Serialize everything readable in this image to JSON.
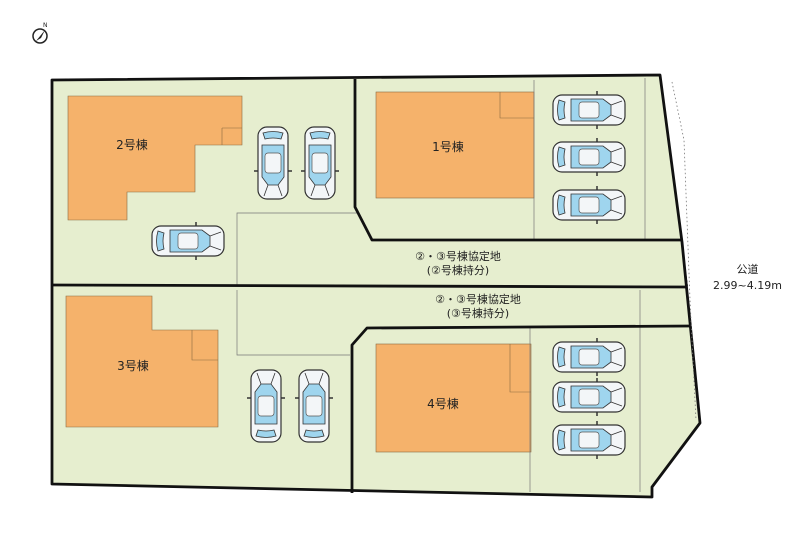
{
  "compass": {
    "north_label": "N",
    "icon": "compass-icon"
  },
  "buildings": {
    "b1": "1号棟",
    "b2": "2号棟",
    "b3": "3号棟",
    "b4": "4号棟"
  },
  "shared_land": {
    "upper": {
      "line1": "②・③号棟協定地",
      "line2": "(②号棟持分)"
    },
    "lower": {
      "line1": "②・③号棟協定地",
      "line2": "(③号棟持分)"
    }
  },
  "road": {
    "name": "公道",
    "width": "2.99~4.19m"
  },
  "colors": {
    "lot": "#e6eecf",
    "building": "#f5b26b",
    "outline": "#111111",
    "car_body": "#f3f6f8",
    "car_glass": "#9fd5ee"
  }
}
